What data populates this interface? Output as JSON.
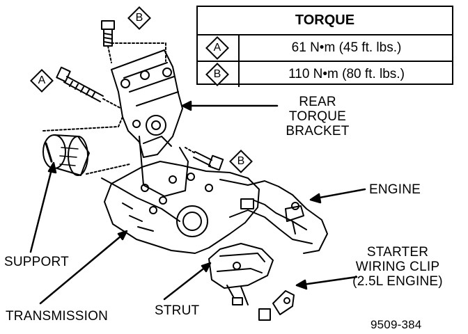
{
  "torque_table": {
    "header": "TORQUE",
    "rows": [
      {
        "symbol": "A",
        "value": "61 N•m (45 ft. lbs.)"
      },
      {
        "symbol": "B",
        "value": "110 N•m (80 ft. lbs.)"
      }
    ]
  },
  "callouts": {
    "rear_torque_bracket": [
      "REAR",
      "TORQUE",
      "BRACKET"
    ],
    "engine": "ENGINE",
    "starter_wiring_clip": [
      "STARTER",
      "WIRING CLIP",
      "(2.5L ENGINE)"
    ],
    "support": "SUPPORT",
    "transmission": "TRANSMISSION",
    "strut": "STRUT"
  },
  "bolt_markers": {
    "top_bolt": "B",
    "left_bolt": "A",
    "right_bolt": "B"
  },
  "figure_number": "9509-384"
}
